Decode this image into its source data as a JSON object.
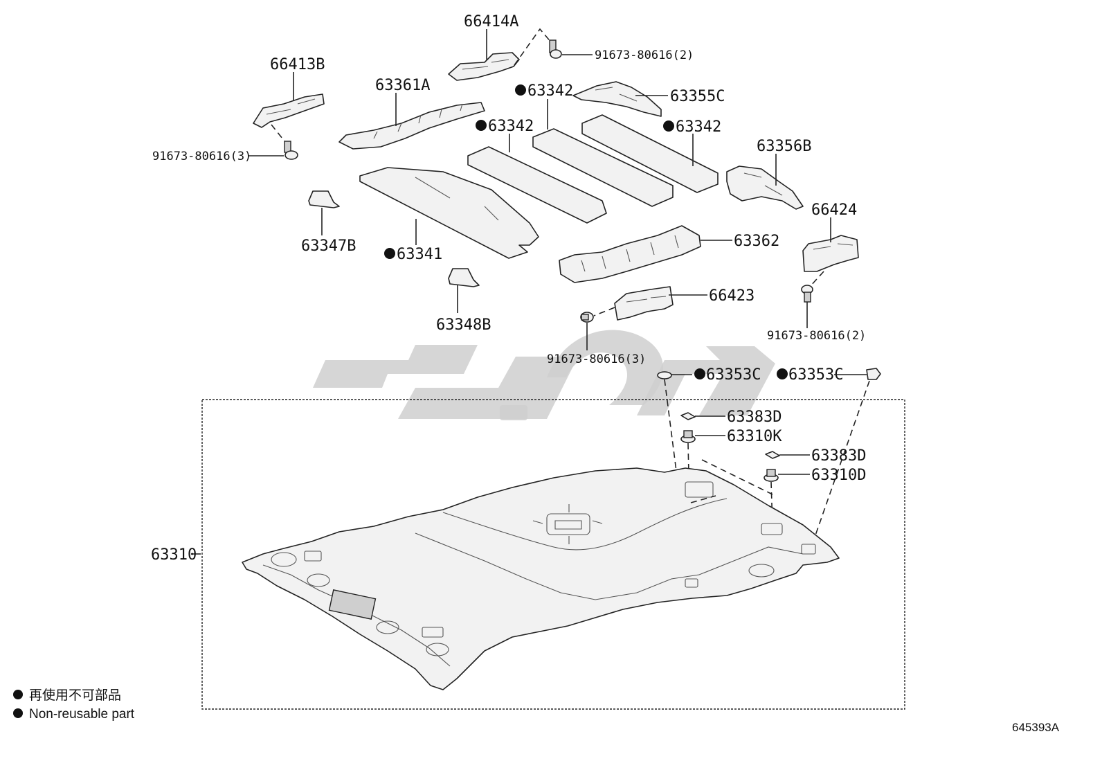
{
  "parts": {
    "p66414A": "66414A",
    "p91673_top": "91673-80616(2)",
    "p66413B": "66413B",
    "p63361A": "63361A",
    "p63342_a": "63342",
    "p63355C": "63355C",
    "p63342_b": "63342",
    "p63342_c": "63342",
    "p91673_left": "91673-80616(3)",
    "p63356B": "63356B",
    "p66424": "66424",
    "p63347B": "63347B",
    "p63341": "63341",
    "p63362": "63362",
    "p66423": "66423",
    "p63348B": "63348B",
    "p91673_right": "91673-80616(2)",
    "p91673_mid": "91673-80616(3)",
    "p63353C_a": "63353C",
    "p63353C_b": "63353C",
    "p63383D_a": "63383D",
    "p63310K": "63310K",
    "p63383D_b": "63383D",
    "p63310D": "63310D",
    "p63310": "63310"
  },
  "legend": {
    "line1": "再使用不可部品",
    "line2": "Non-reusable part"
  },
  "diagram_code": "645393A",
  "colors": {
    "line": "#222222",
    "part_fill": "#f2f2f2",
    "watermark": "#cfcfcf"
  }
}
